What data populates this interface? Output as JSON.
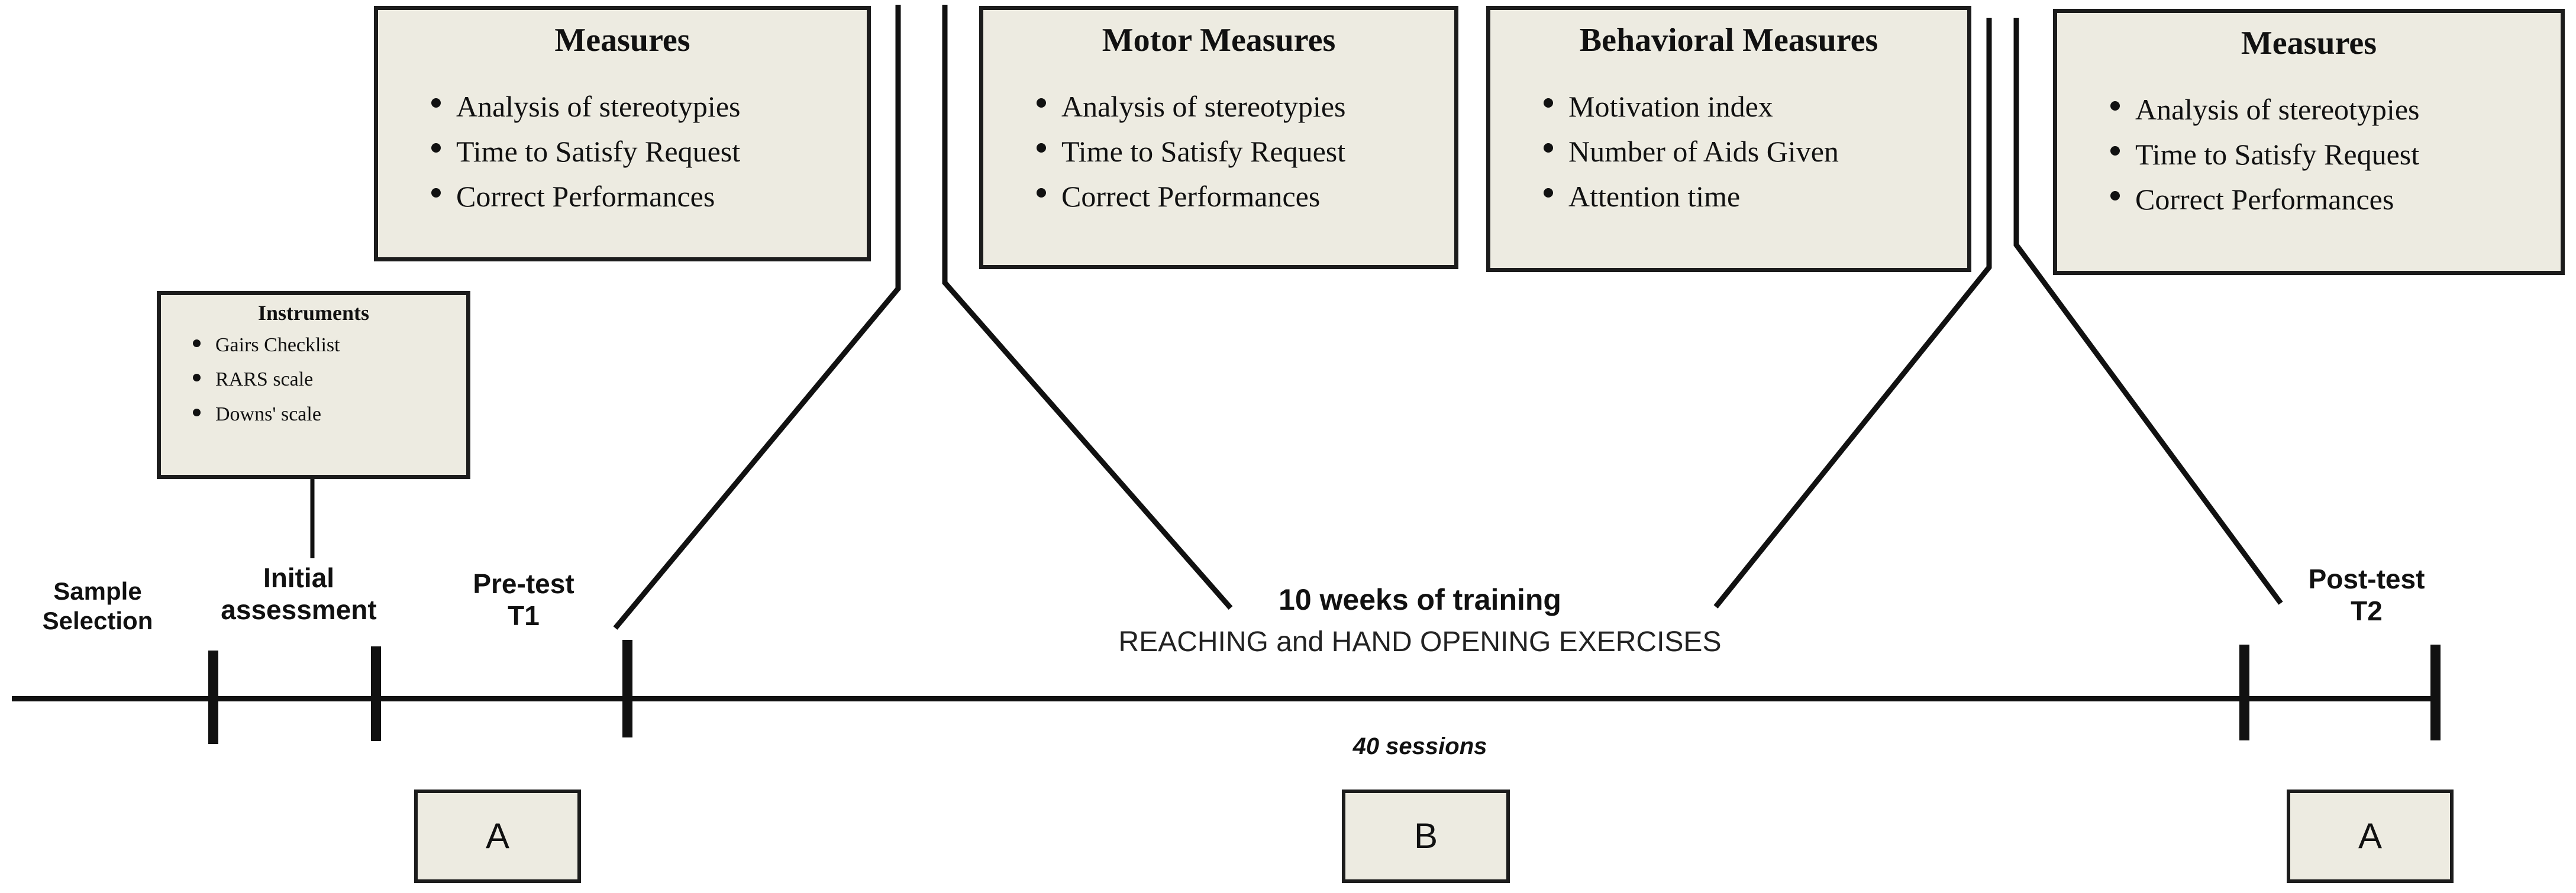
{
  "diagram": {
    "type": "study-timeline",
    "palette": {
      "box_fill": "#EDEBE1",
      "box_border": "#1C1C1C",
      "line": "#111111",
      "page_background": "#FFFFFF"
    }
  },
  "boxes": {
    "measures_pretest": {
      "title": "Measures",
      "items": [
        "Analysis of stereotypies",
        "Time to Satisfy Request",
        "Correct Performances"
      ]
    },
    "motor_measures": {
      "title": "Motor Measures",
      "items": [
        "Analysis of stereotypies",
        "Time to Satisfy Request",
        "Correct Performances"
      ]
    },
    "behavioral_measures": {
      "title": "Behavioral Measures",
      "items": [
        "Motivation index",
        "Number of Aids Given",
        "Attention time"
      ]
    },
    "measures_posttest": {
      "title": "Measures",
      "items": [
        "Analysis of stereotypies",
        "Time to Satisfy Request",
        "Correct Performances"
      ]
    },
    "instruments": {
      "title": "Instruments",
      "items": [
        "Gairs Checklist",
        "RARS scale",
        "Downs' scale"
      ]
    }
  },
  "timeline": {
    "milestones": [
      {
        "id": "sample-selection",
        "line1": "Sample",
        "line2": "Selection"
      },
      {
        "id": "initial-assessment",
        "line1": "Initial",
        "line2": "assessment"
      },
      {
        "id": "pre-test",
        "line1": "Pre-test",
        "line2": "T1"
      },
      {
        "id": "post-test",
        "line1": "Post-test",
        "line2": "T2"
      }
    ],
    "training": {
      "headline": "10 weeks of training",
      "subline": "REACHING and HAND OPENING EXERCISES",
      "sessions": "40 sessions"
    }
  },
  "phases": [
    {
      "id": "phase-a-1",
      "label": "A"
    },
    {
      "id": "phase-b",
      "label": "B"
    },
    {
      "id": "phase-a-2",
      "label": "A"
    }
  ]
}
